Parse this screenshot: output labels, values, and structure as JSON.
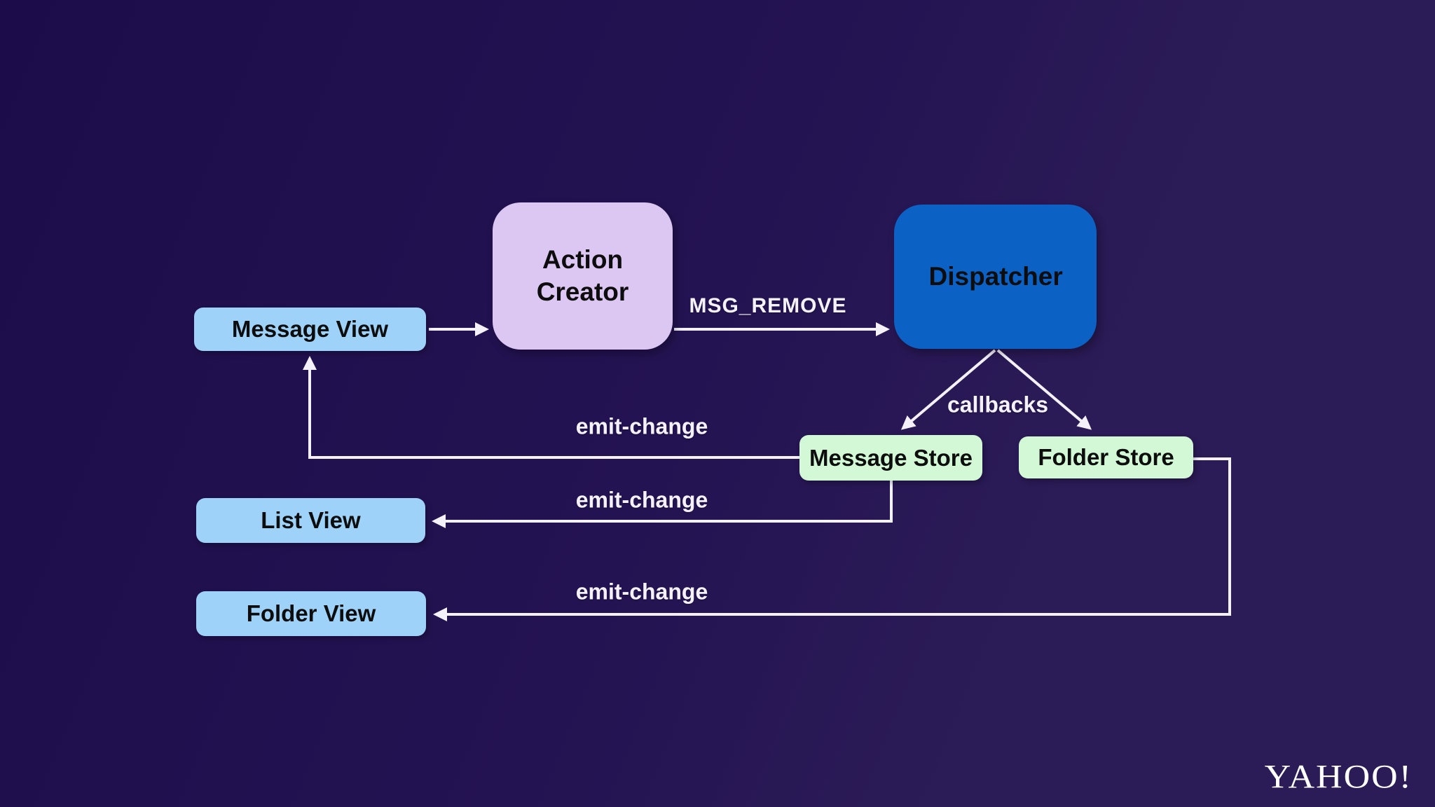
{
  "diagram": {
    "title_hint": "Flux data flow diagram",
    "nodes": {
      "message_view": {
        "label": "Message View",
        "color": "#9fd2f8"
      },
      "list_view": {
        "label": "List View",
        "color": "#9fd2f8"
      },
      "folder_view": {
        "label": "Folder View",
        "color": "#9fd2f8"
      },
      "action_creator": {
        "label": "Action Creator",
        "color": "#dcc6f2"
      },
      "dispatcher": {
        "label": "Dispatcher",
        "color": "#0b61c4"
      },
      "message_store": {
        "label": "Message Store",
        "color": "#d2f8d6"
      },
      "folder_store": {
        "label": "Folder Store",
        "color": "#d2f8d6"
      }
    },
    "edges": {
      "msg_remove": {
        "label": "MSG_REMOVE"
      },
      "callbacks": {
        "label": "callbacks"
      },
      "emit_change_to_message_view": {
        "label": "emit-change"
      },
      "emit_change_to_list_view": {
        "label": "emit-change"
      },
      "emit_change_to_folder_view": {
        "label": "emit-change"
      }
    }
  },
  "branding": {
    "logo_text": "YAHOO!"
  },
  "colors": {
    "bg1": "#1c0d4a",
    "bg2": "#241352",
    "bg3": "#2b1b56",
    "line": "#f5f1fa",
    "text-dark": "#0d0d0d"
  }
}
